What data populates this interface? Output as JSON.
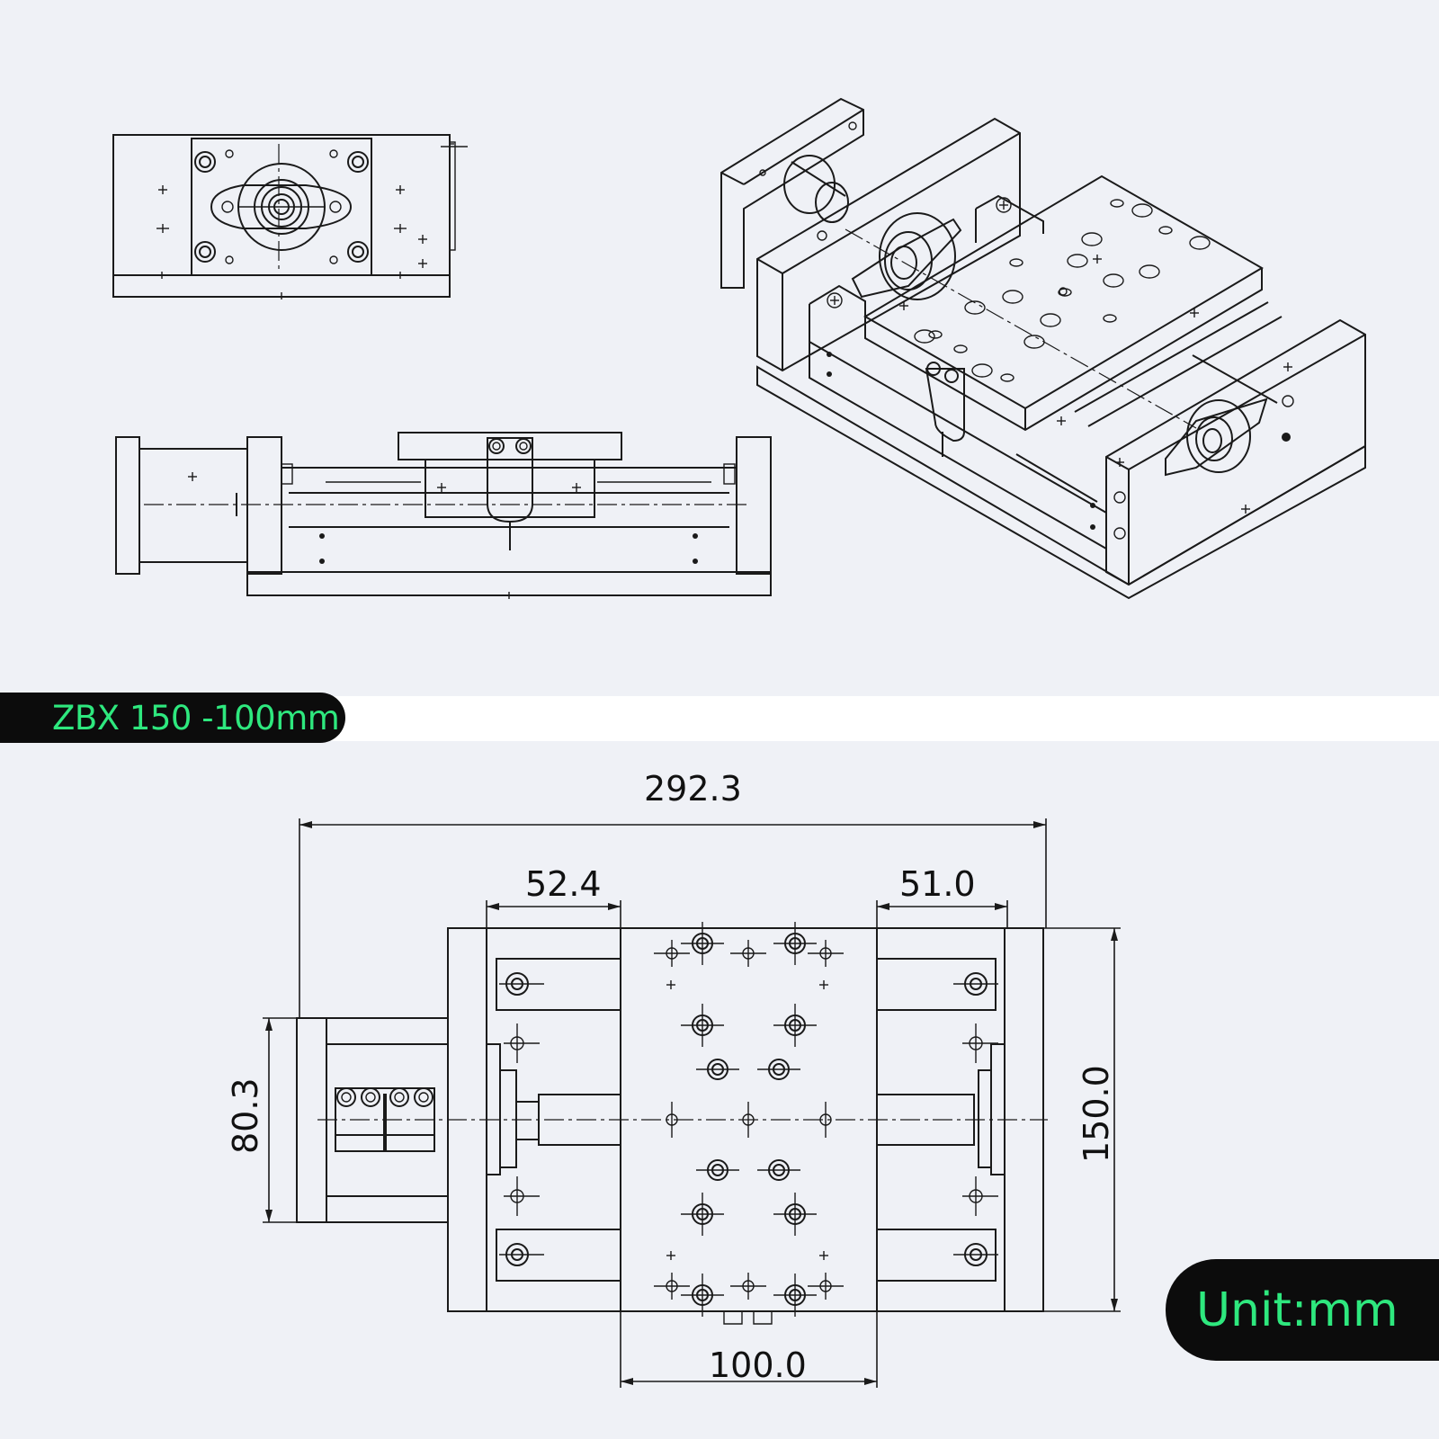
{
  "product": {
    "title": "ZBX 150 -100mm"
  },
  "unit_label": "Unit:mm",
  "dimensions": {
    "overall_length": "292.3",
    "left_block": "52.4",
    "right_block": "51.0",
    "table_width": "100.0",
    "motor_width": "80.3",
    "overall_width": "150.0"
  },
  "colors": {
    "background": "#eff1f6",
    "band": "#ffffff",
    "pill": "#0c0c0c",
    "accent": "#2ee87e",
    "line": "#1a1a1a"
  }
}
